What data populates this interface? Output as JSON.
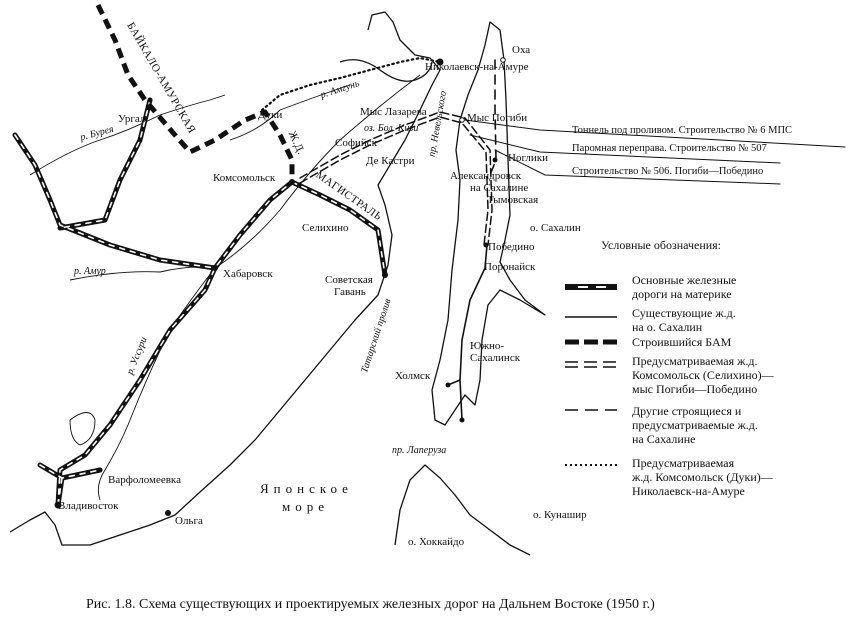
{
  "caption": "Рис. 1.8. Схема существующих и проектируемых железных дорог на Дальнем Востоке (1950 г.)",
  "map_labels": {
    "okha": "Оха",
    "nikolaevsk": "Николаевск-на-Амуре",
    "amgun": "р. Амгунь",
    "lazarev": "Мыс Лазарева",
    "pogibi": "Мыс Погиби",
    "kizi": "оз. Бол. Кизи",
    "sofiysk": "Софийск",
    "dekastri": "Де Кастри",
    "nogliki": "Ноглики",
    "aleksandrovsk_1": "Александровск",
    "aleksandrovsk_2": "на Сахалине",
    "tymovskaya": "Тымовская",
    "nevelskoy": "пр. Невельского",
    "urgal": "Ургал",
    "bureya": "р. Бурея",
    "duki": "Дуки",
    "zhd": "Ж.Д.",
    "bam_1": "БАЙКАЛО-АМУРСКАЯ",
    "bam_2": "МАГИСТРАЛЬ",
    "komsomolsk": "Комсомольск",
    "selikhino": "Селихино",
    "sakhalin": "о. Сахалин",
    "pobedino": "Победино",
    "poronaysk": "Поронайск",
    "amur": "р. Амур",
    "khabarovsk": "Хабаровск",
    "sovgavan_1": "Советская",
    "sovgavan_2": "Гавань",
    "tatar_strait": "Татарский пролив",
    "ussuri": "р. Уссури",
    "kholmsk": "Холмск",
    "yuzhno_1": "Южно-",
    "yuzhno_2": "Сахалинск",
    "laperouse": "пр. Лаперуза",
    "varfolomeevka": "Варфоломеевка",
    "sea_1": "Японское",
    "sea_2": "море",
    "vladivostok": "Владивосток",
    "olga": "Ольга",
    "kunashir": "о. Кунашир",
    "hokkaido": "о. Хоккайдо"
  },
  "callouts": [
    "Тоннель под проливом.  Строительство № 6 МПС",
    "Паромная переправа. Строительство № 507",
    "Строительство № 506. Погиби—Победино"
  ],
  "legend": {
    "title": "Условные обозначения:",
    "items": [
      {
        "style": "main-mainland-railway",
        "lines": [
          "Основные железные",
          "дороги на материке"
        ]
      },
      {
        "style": "solid-line",
        "lines": [
          "Существующие ж.д.",
          "на о. Сахалин"
        ]
      },
      {
        "style": "thick-dashes",
        "lines": [
          "Строившийся БАМ"
        ]
      },
      {
        "style": "double-dashes",
        "lines": [
          "Предусматриваемая ж.д.",
          "Комсомольск (Селихино)—",
          "мыс Погиби—Победино"
        ]
      },
      {
        "style": "thin-dashes",
        "lines": [
          "Другие строящиеся и",
          "предусматриваемые ж.д.",
          "на Сахалине"
        ]
      },
      {
        "style": "dotted-line",
        "lines": [
          "Предусматриваемая",
          "ж.д. Комсомольск (Дуки)—",
          "Николаевск-на-Амуре"
        ]
      }
    ]
  }
}
